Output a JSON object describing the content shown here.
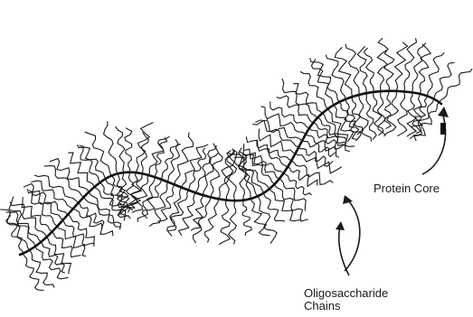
{
  "labels": {
    "protein_core": "Protein Core",
    "oligosaccharide_line1": "Oligosaccharide",
    "oligosaccharide_line2": "Chains"
  },
  "colors": {
    "ink": "#1a1a1a",
    "background": "#ffffff"
  }
}
